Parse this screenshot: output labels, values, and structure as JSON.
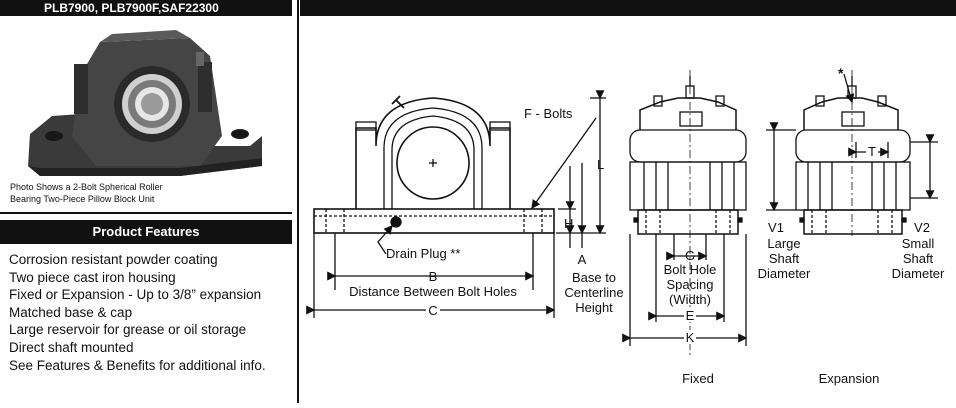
{
  "header": {
    "models": "PLB7900, PLB7900F,SAF22300"
  },
  "photo": {
    "caption_line1": "Photo Shows a 2-Bolt Spherical Roller",
    "caption_line2": "Bearing Two-Piece Pillow Block Unit"
  },
  "features": {
    "title": "Product Features",
    "items": [
      "Corrosion resistant powder coating",
      "Two piece cast iron housing",
      "Fixed or Expansion - Up to 3/8” expansion",
      "Matched base & cap",
      "Large reservoir for grease or oil storage",
      "Direct shaft mounted",
      "See Features & Benefits for additional info."
    ]
  },
  "drawing": {
    "f_bolts": "F - Bolts",
    "l": "L",
    "h": "H",
    "drain_plug": "Drain Plug **",
    "a": "A",
    "a_desc1": "Base to",
    "a_desc2": "Centerline",
    "a_desc3": "Height",
    "b": "B",
    "b_desc": "Distance Between Bolt Holes",
    "c": "C",
    "g": "G",
    "g_desc1": "Bolt Hole",
    "g_desc2": "Spacing",
    "g_desc3": "(Width)",
    "e": "E",
    "k": "K",
    "v1": "V1",
    "v1_desc1": "Large",
    "v1_desc2": "Shaft",
    "v1_desc3": "Diameter",
    "v2": "V2",
    "v2_desc1": "Small",
    "v2_desc2": "Shaft",
    "v2_desc3": "Diameter",
    "t": "T",
    "star": "*",
    "fixed": "Fixed",
    "expansion": "Expansion"
  }
}
